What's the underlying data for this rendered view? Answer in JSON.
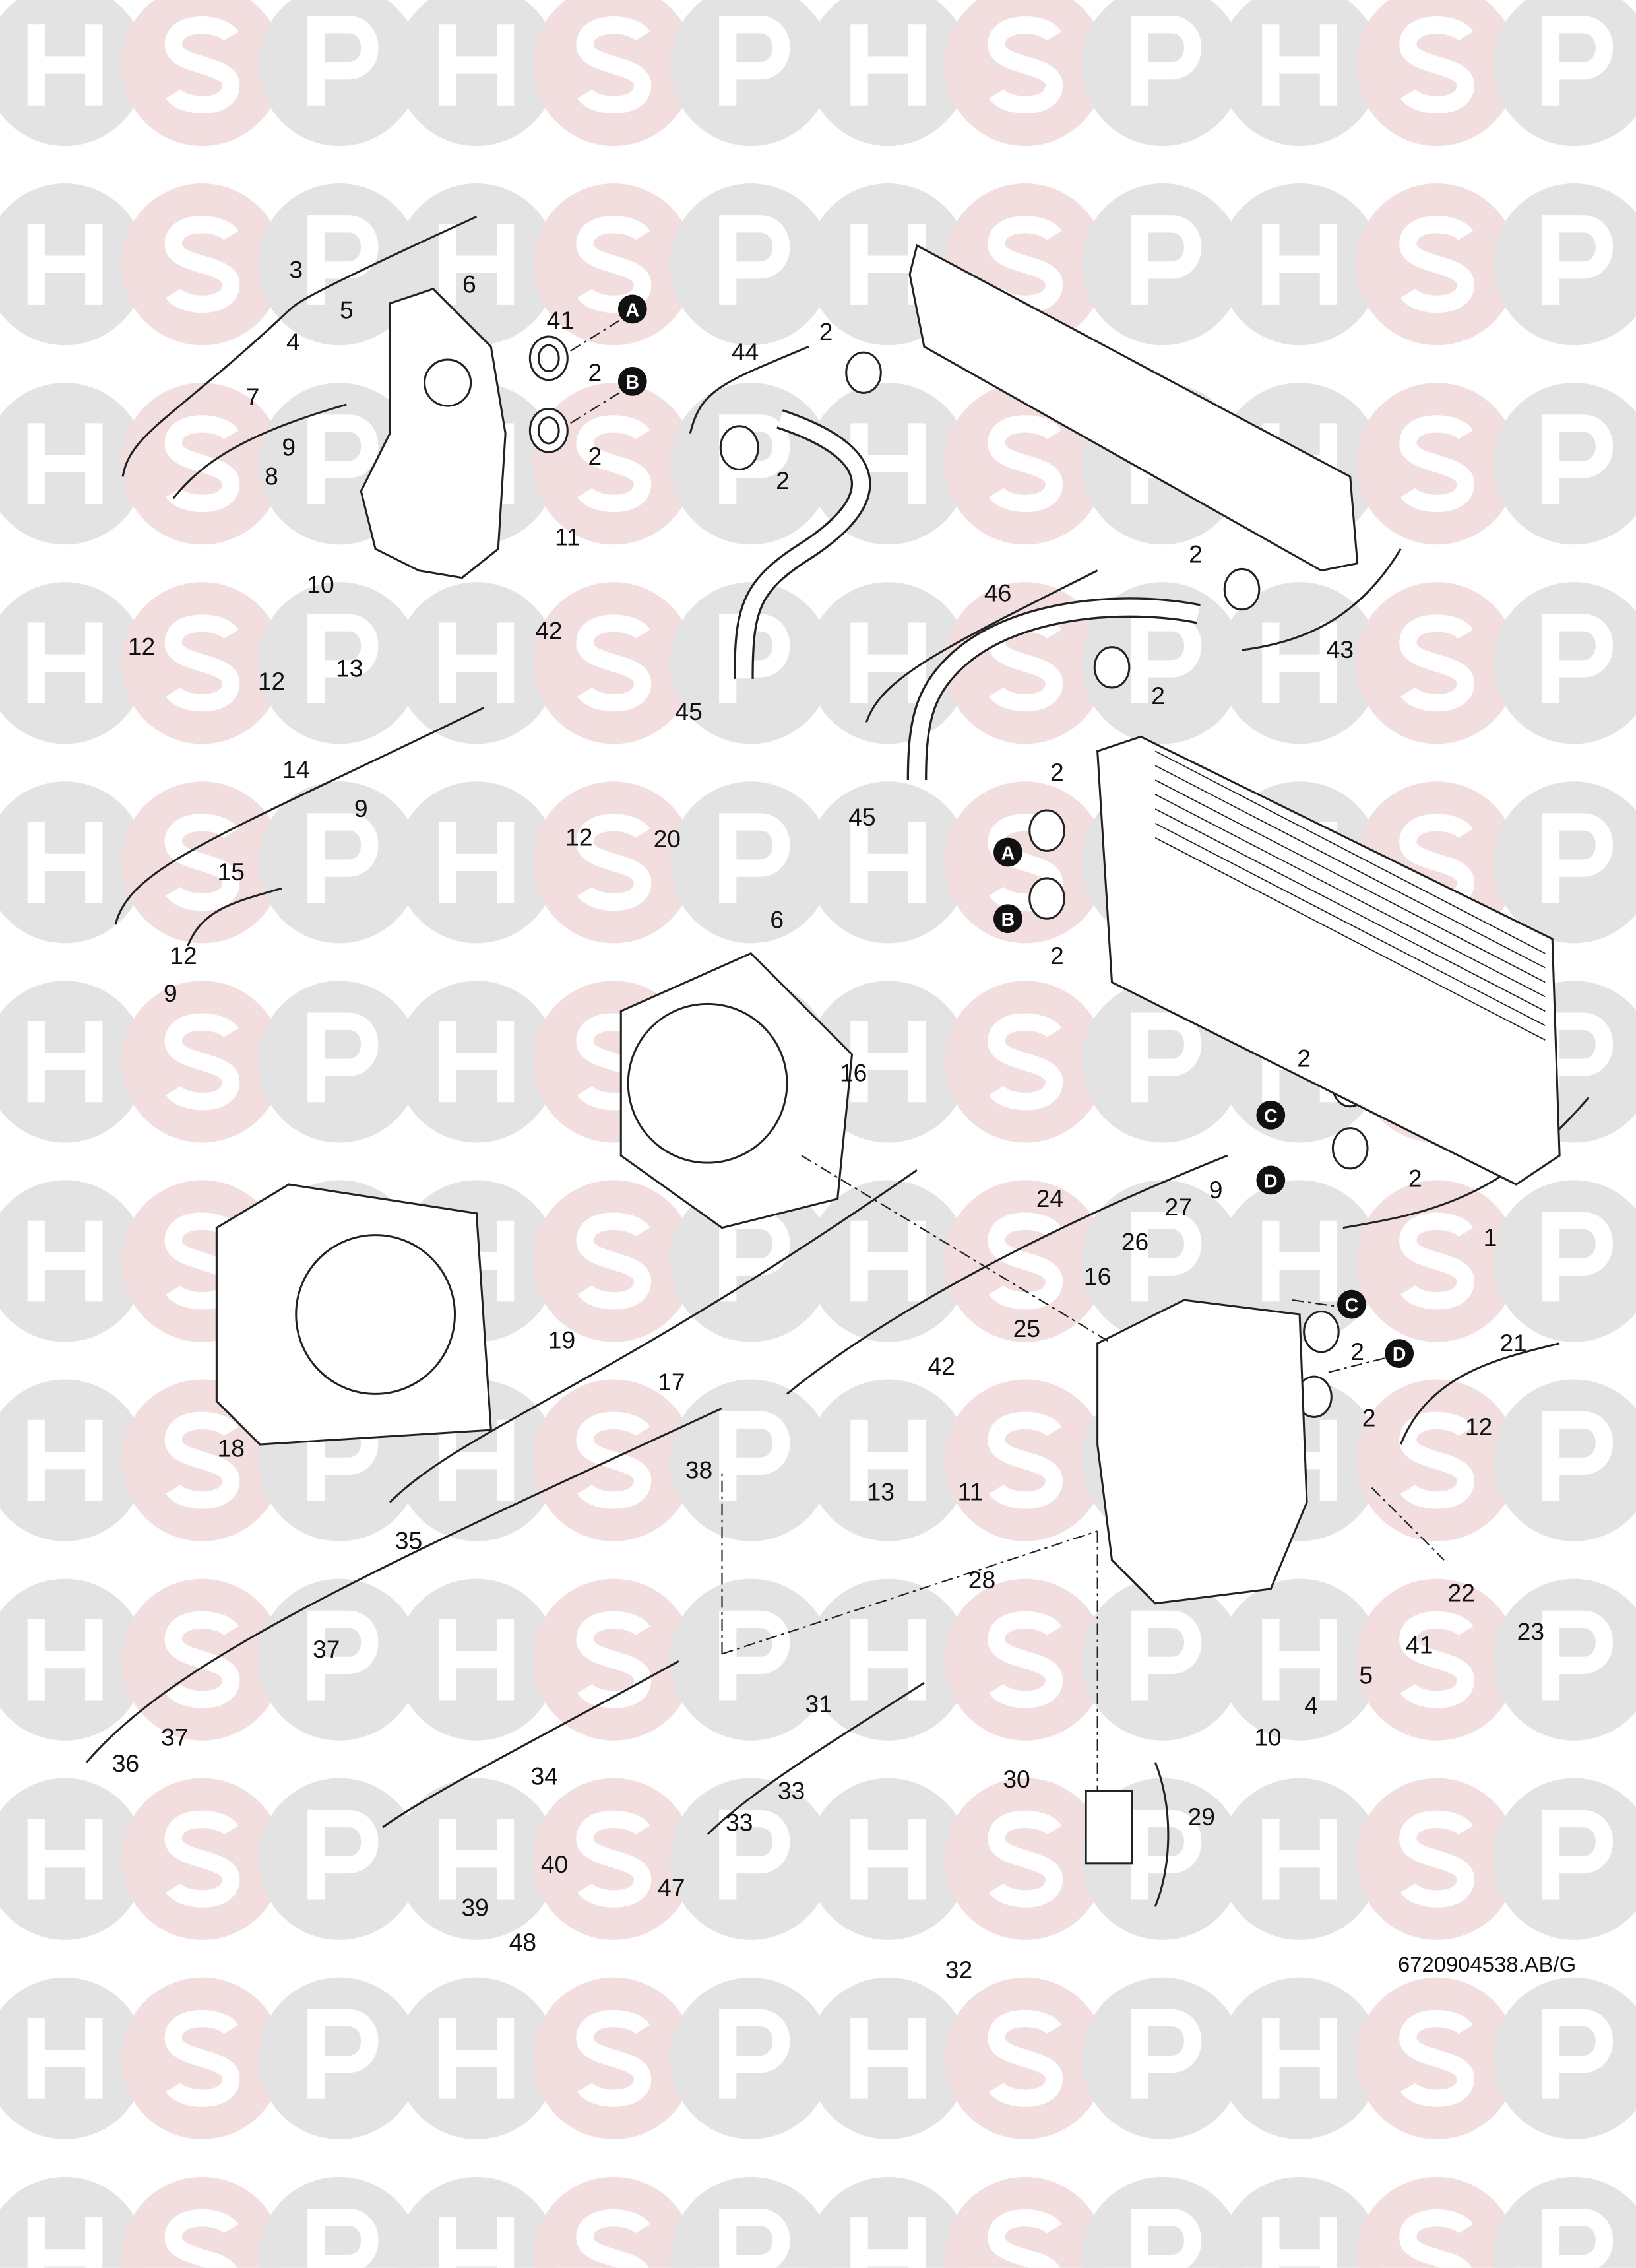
{
  "watermark": {
    "letters": [
      "H",
      "S",
      "P"
    ],
    "colors": {
      "grey": "#e3e3e3",
      "pink": "#f2dede",
      "letter": "#ffffff"
    }
  },
  "callouts": [
    {
      "label": "3"
    },
    {
      "label": "6"
    },
    {
      "label": "41"
    },
    {
      "label": "A",
      "badge": true
    },
    {
      "label": "5"
    },
    {
      "label": "4"
    },
    {
      "label": "2"
    },
    {
      "label": "B",
      "badge": true
    },
    {
      "label": "7"
    },
    {
      "label": "9"
    },
    {
      "label": "2"
    },
    {
      "label": "8"
    },
    {
      "label": "10"
    },
    {
      "label": "11"
    },
    {
      "label": "42"
    },
    {
      "label": "12"
    },
    {
      "label": "12"
    },
    {
      "label": "13"
    },
    {
      "label": "44"
    },
    {
      "label": "2"
    },
    {
      "label": "2"
    },
    {
      "label": "2"
    },
    {
      "label": "46"
    },
    {
      "label": "43"
    },
    {
      "label": "2"
    },
    {
      "label": "45"
    },
    {
      "label": "14"
    },
    {
      "label": "9"
    },
    {
      "label": "12"
    },
    {
      "label": "20"
    },
    {
      "label": "15"
    },
    {
      "label": "12"
    },
    {
      "label": "9"
    },
    {
      "label": "6"
    },
    {
      "label": "2"
    },
    {
      "label": "45"
    },
    {
      "label": "A",
      "badge": true
    },
    {
      "label": "B",
      "badge": true
    },
    {
      "label": "2"
    },
    {
      "label": "2"
    },
    {
      "label": "C",
      "badge": true
    },
    {
      "label": "D",
      "badge": true
    },
    {
      "label": "2"
    },
    {
      "label": "1"
    },
    {
      "label": "16"
    },
    {
      "label": "9"
    },
    {
      "label": "24"
    },
    {
      "label": "27"
    },
    {
      "label": "26"
    },
    {
      "label": "16"
    },
    {
      "label": "C",
      "badge": true
    },
    {
      "label": "D",
      "badge": true
    },
    {
      "label": "2"
    },
    {
      "label": "2"
    },
    {
      "label": "21"
    },
    {
      "label": "25"
    },
    {
      "label": "42"
    },
    {
      "label": "12"
    },
    {
      "label": "19"
    },
    {
      "label": "18"
    },
    {
      "label": "17"
    },
    {
      "label": "38"
    },
    {
      "label": "13"
    },
    {
      "label": "11"
    },
    {
      "label": "35"
    },
    {
      "label": "22"
    },
    {
      "label": "23"
    },
    {
      "label": "28"
    },
    {
      "label": "41"
    },
    {
      "label": "5"
    },
    {
      "label": "4"
    },
    {
      "label": "10"
    },
    {
      "label": "37"
    },
    {
      "label": "37"
    },
    {
      "label": "36"
    },
    {
      "label": "34"
    },
    {
      "label": "31"
    },
    {
      "label": "33"
    },
    {
      "label": "33"
    },
    {
      "label": "30"
    },
    {
      "label": "29"
    },
    {
      "label": "40"
    },
    {
      "label": "39"
    },
    {
      "label": "47"
    },
    {
      "label": "48"
    },
    {
      "label": "32"
    }
  ],
  "reference_code": "6720904538.AB/G"
}
